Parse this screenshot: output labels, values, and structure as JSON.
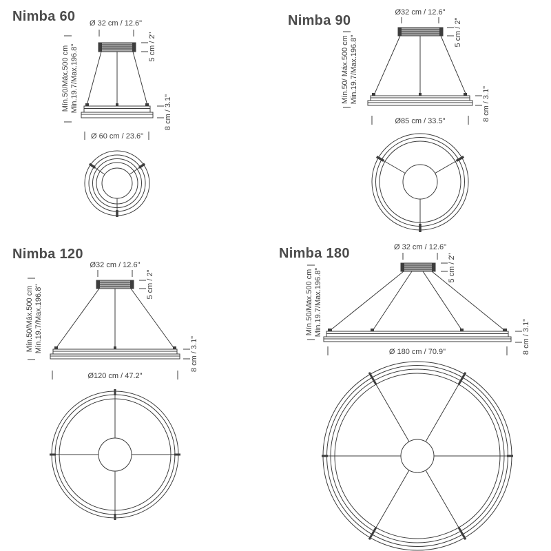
{
  "colors": {
    "bg": "#ffffff",
    "line": "#3d3d3d",
    "text": "#3f3f3f",
    "title": "#4b4b4b",
    "canopy-fill": "#ababab"
  },
  "panels": [
    {
      "id": "nimba-60",
      "title": "Nimba 60",
      "canopy_diameter": "Ø 32 cm / 12.6\"",
      "canopy_height": "5 cm / 2\"",
      "suspension_metric": "Mín.50/Máx.500 cm",
      "suspension_imperial": "Min.19.7/Max.196.8\"",
      "ring_height": "8 cm / 3.1\"",
      "ring_diameter": "Ø 60 cm / 23.6\""
    },
    {
      "id": "nimba-90",
      "title": "Nimba 90",
      "canopy_diameter": "Ø32 cm / 12.6\"",
      "canopy_height": "5 cm / 2\"",
      "suspension_metric": "Mín.50/ Máx.500 cm",
      "suspension_imperial": "Min.19.7/Max.196.8\"",
      "ring_height": "8 cm / 3.1\"",
      "ring_diameter": "Ø85 cm / 33.5\""
    },
    {
      "id": "nimba-120",
      "title": "Nimba 120",
      "canopy_diameter": "Ø32 cm / 12.6\"",
      "canopy_height": "5 cm / 2\"",
      "suspension_metric": "Mín.50/Máx.500 cm",
      "suspension_imperial": "Min.19.7/Max.196.8\"",
      "ring_height": "8 cm / 3.1\"",
      "ring_diameter": "Ø120 cm / 47.2\""
    },
    {
      "id": "nimba-180",
      "title": "Nimba 180",
      "canopy_diameter": "Ø 32 cm / 12.6\"",
      "canopy_height": "5 cm / 2\"",
      "suspension_metric": "Mín.50/Máx.500 cm",
      "suspension_imperial": "Min.19.7/Max.196.8\"",
      "ring_height": "8 cm / 3.1\"",
      "ring_diameter": "Ø 180 cm / 70.9\""
    }
  ]
}
